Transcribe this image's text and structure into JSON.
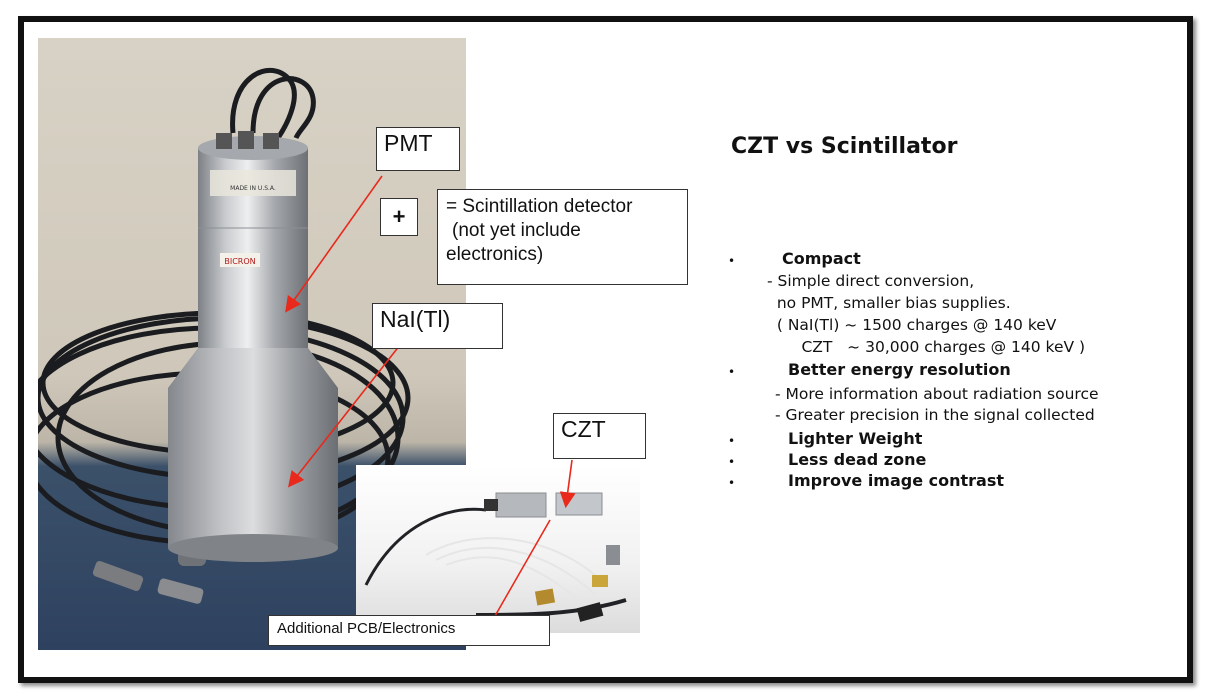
{
  "labels": {
    "pmt": "PMT",
    "plus": "+",
    "scint_line1": "= Scintillation detector",
    "scint_line2": "(not yet include",
    "scint_line3": "electronics)",
    "nai": "NaI(Tl)",
    "czt": "CZT",
    "pcb": "Additional PCB/Electronics",
    "device_brand": "BICRON",
    "device_made_in": "MADE IN U.S.A."
  },
  "title": "CZT vs Scintillator",
  "bullets": [
    {
      "heading": "Compact",
      "lines": [
        "- Simple direct conversion,",
        "  no PMT, smaller bias supplies.",
        "  ( NaI(Tl) ~ 1500 charges @ 140 keV",
        "       CZT   ~ 30,000 charges @ 140 keV )"
      ]
    },
    {
      "heading": "Better energy resolution",
      "lines": [
        "- More information about radiation source",
        "- Greater precision in the signal collected"
      ]
    },
    {
      "heading": "Lighter Weight",
      "lines": []
    },
    {
      "heading": "Less dead zone",
      "lines": []
    },
    {
      "heading": "Improve image contrast",
      "lines": []
    }
  ],
  "bullet_symbol": "•",
  "colors": {
    "arrow": "#e8291c",
    "frame": "#111111",
    "metal_light": "#d9dadc",
    "metal_dark": "#8c8f94",
    "cloth": "#2e4260"
  }
}
